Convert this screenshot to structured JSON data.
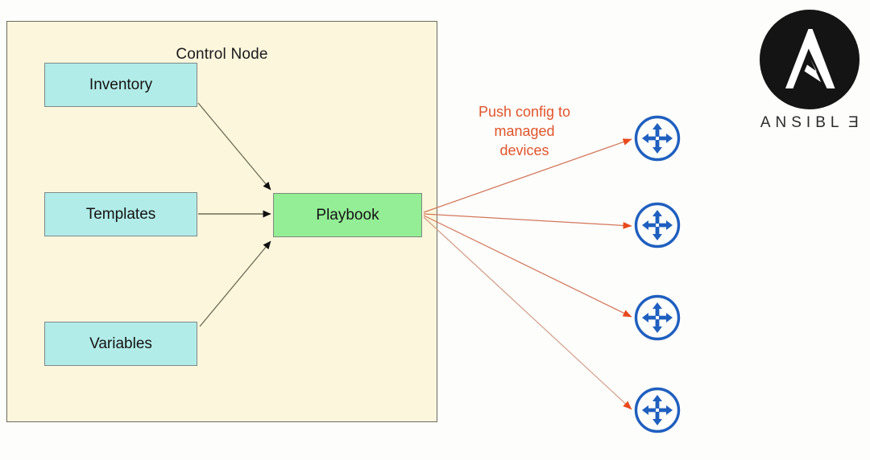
{
  "diagram": {
    "title": "Ansible Control Node pushing configuration to managed devices",
    "control_node": {
      "label": "Control Node",
      "fill_color": "#fcf6dd",
      "border_color": "#6b6b5e",
      "sources": [
        {
          "label": "Inventory",
          "fill_color": "#b2ece8"
        },
        {
          "label": "Templates",
          "fill_color": "#b2ece8"
        },
        {
          "label": "Variables",
          "fill_color": "#b2ece8"
        }
      ],
      "playbook": {
        "label": "Playbook",
        "fill_color": "#93ee95"
      }
    },
    "push_label": {
      "line1": "Push config to",
      "line2": "managed",
      "line3": "devices",
      "color": "#e0552c"
    },
    "managed_devices": {
      "count": 4,
      "icon": "router-icon",
      "color": "#1f5fbf",
      "items": [
        {
          "name": "managed-device-1"
        },
        {
          "name": "managed-device-2"
        },
        {
          "name": "managed-device-3"
        },
        {
          "name": "managed-device-4"
        }
      ]
    },
    "arrows": {
      "internal_color": "#6b6b55",
      "push_color": "#e0552c"
    },
    "brand": {
      "logo_alt": "ansible-logo",
      "wordmark_prefix": "ANSIBL",
      "wordmark_last": "E",
      "logo_color": "#1a1a1a"
    }
  }
}
